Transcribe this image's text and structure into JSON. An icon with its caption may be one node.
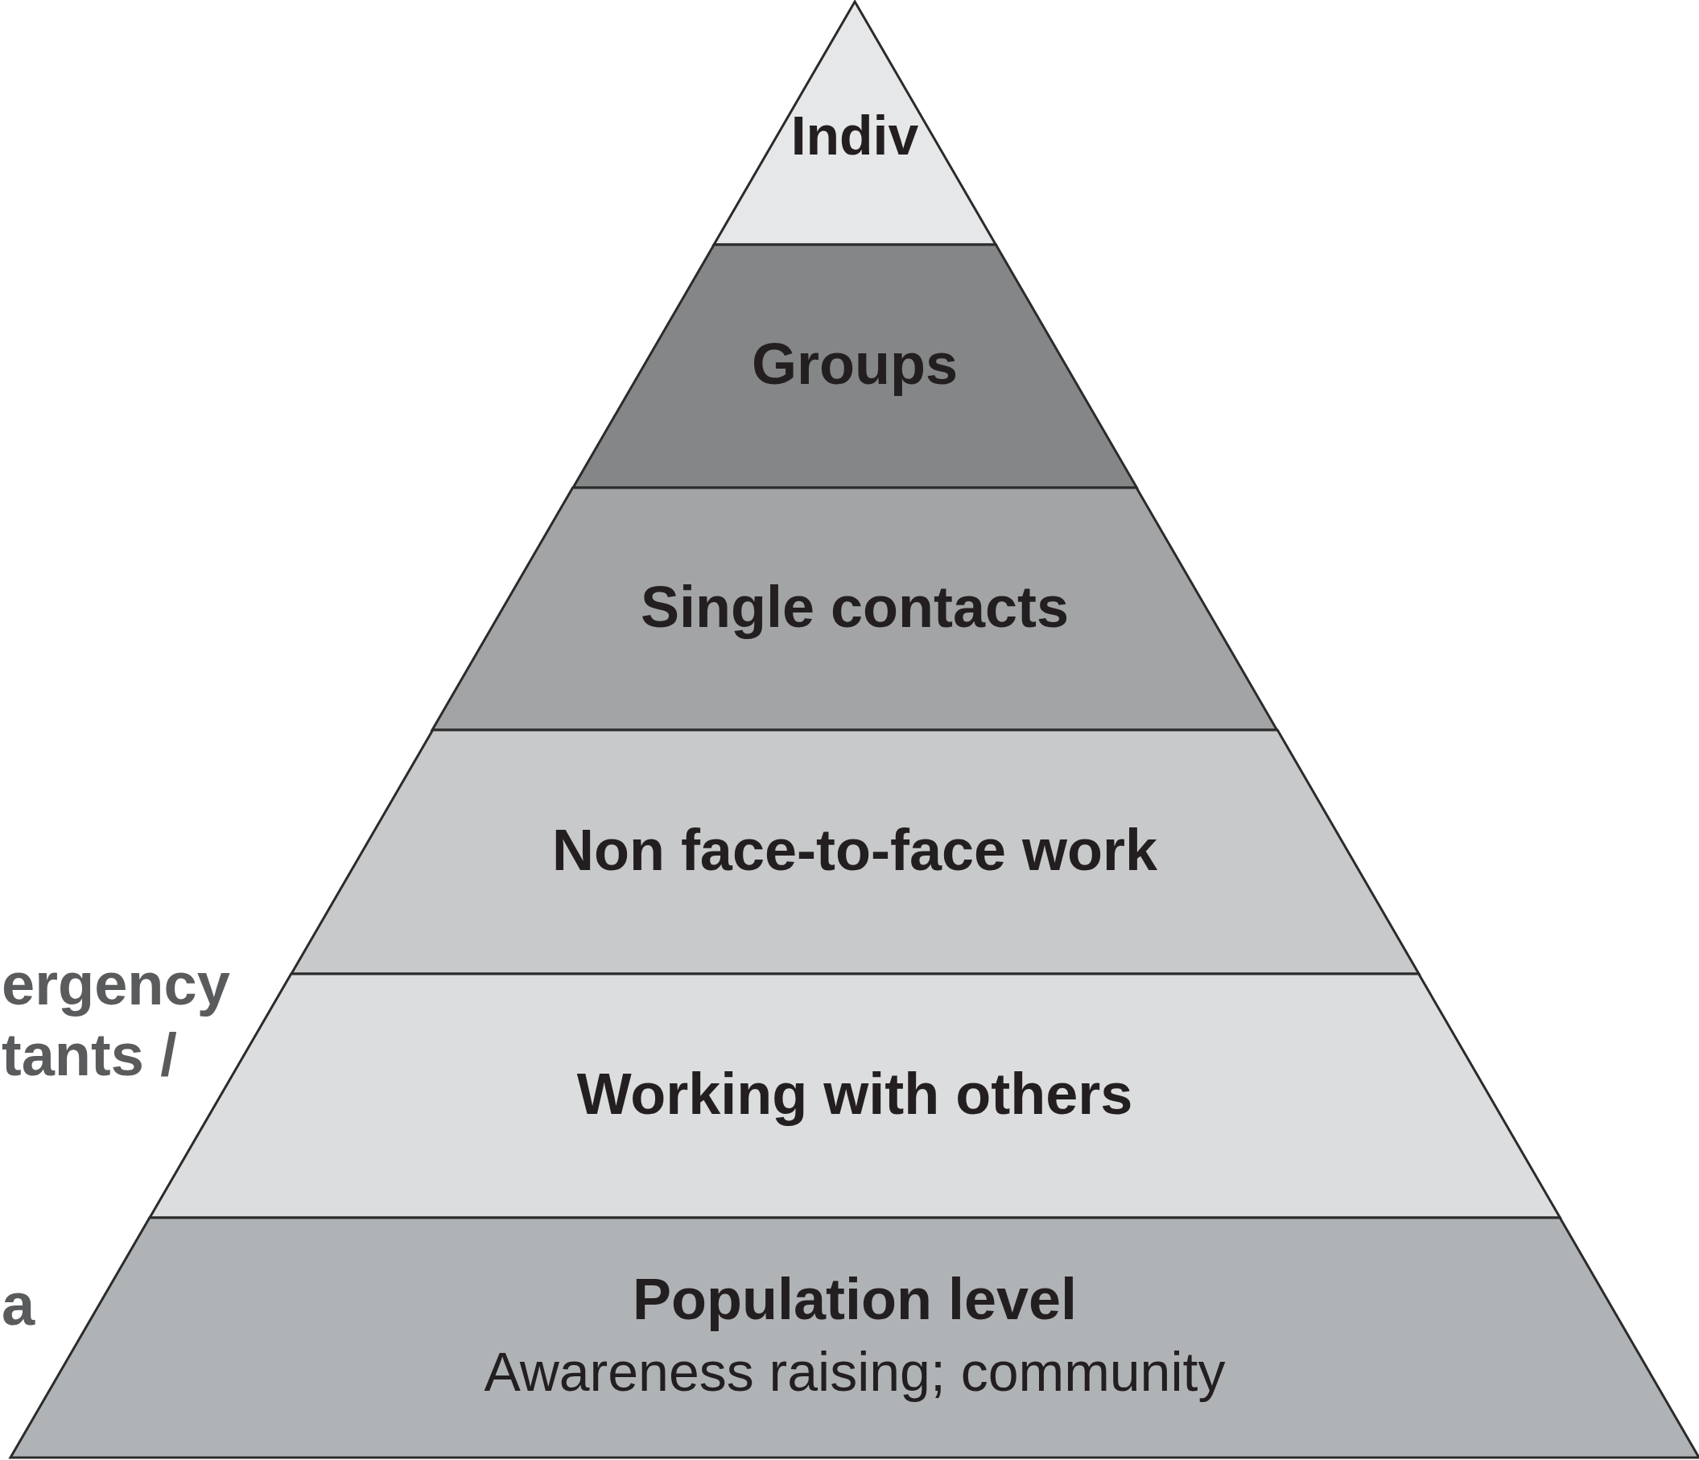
{
  "diagram": {
    "nodes": [
      {
        "text": [
          "Indiv"
        ]
      },
      {
        "text": [
          "Groups"
        ]
      },
      {
        "text": [
          "Single contacts"
        ]
      },
      {
        "text": [
          "Non face-to-face work"
        ]
      },
      {
        "text": [
          "Working with others"
        ]
      },
      {
        "text": [
          "Population level",
          "Awareness raising; community"
        ]
      }
    ],
    "labels": [
      "ergency",
      "tants /",
      "a"
    ]
  }
}
